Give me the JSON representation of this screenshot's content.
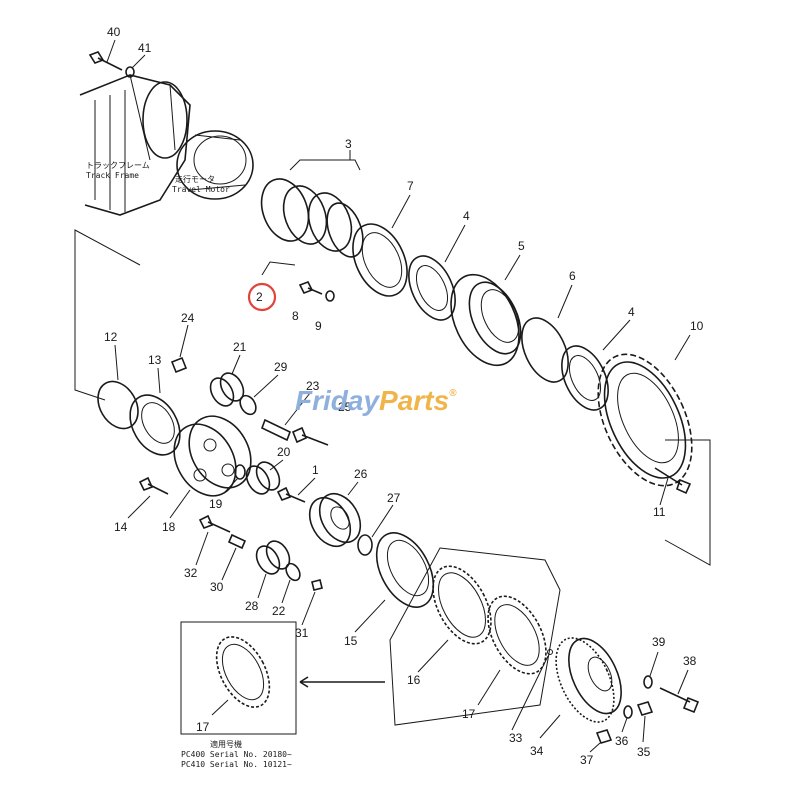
{
  "labels": {
    "track_frame_jp": "トラックフレーム",
    "track_frame_en": "Track Frame",
    "travel_motor_jp": "走行モータ",
    "travel_motor_en": "Travel Motor",
    "applicable_jp": "適用号機",
    "serial_pc400": "PC400  Serial No. 20180~",
    "serial_pc410": "PC410  Serial No. 10121~"
  },
  "watermark": {
    "text_a": "Friday",
    "text_b": "Parts",
    "reg": "®",
    "color_a": "#8fb0dc",
    "color_b": "#f0b54a"
  },
  "highlight_color": "#e0443a",
  "callouts": {
    "c40": "40",
    "c41": "41",
    "c3": "3",
    "c7": "7",
    "c4a": "4",
    "c5": "5",
    "c6": "6",
    "c4b": "4",
    "c10": "10",
    "c2": "2",
    "c8": "8",
    "c9": "9",
    "c12": "12",
    "c24": "24",
    "c13": "13",
    "c21": "21",
    "c29": "29",
    "c23": "23",
    "c25": "25",
    "c20": "20",
    "c1": "1",
    "c26": "26",
    "c27": "27",
    "c19": "19",
    "c11": "11",
    "c14": "14",
    "c18": "18",
    "c32": "32",
    "c30": "30",
    "c28": "28",
    "c22": "22",
    "c31": "31",
    "c15": "15",
    "c16": "16",
    "c17a": "17",
    "c39": "39",
    "c38": "38",
    "c33": "33",
    "c36": "36",
    "c35": "35",
    "c34": "34",
    "c37": "37",
    "c17b": "17"
  }
}
